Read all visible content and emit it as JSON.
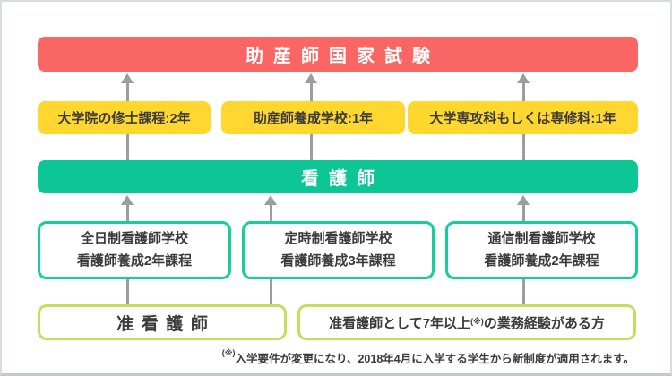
{
  "diagram": {
    "exam_banner": {
      "label": "助産師国家試験"
    },
    "midwife_paths": [
      {
        "label": "大学院の修士課程:2年"
      },
      {
        "label": "助産師養成学校:1年"
      },
      {
        "label": "大学専攻科もしくは専修科:1年"
      }
    ],
    "nurse_banner": {
      "label": "看護師"
    },
    "nurse_schools": [
      {
        "line1": "全日制看護師学校",
        "line2": "看護師養成2年課程"
      },
      {
        "line1": "定時制看護師学校",
        "line2": "看護師養成3年課程"
      },
      {
        "line1": "通信制看護師学校",
        "line2": "看護師養成2年課程"
      }
    ],
    "assistant_nurse": {
      "label": "准看護師"
    },
    "experience_box": {
      "prefix": "准看護師として7年以上",
      "note_mark": "(※)",
      "suffix": "の業務経験がある方"
    },
    "footnote": {
      "mark": "(※)",
      "text": "入学要件が変更になり、2018年4月に入学する学生から新制度が適用されます。"
    }
  },
  "colors": {
    "exam_red": "#fa6663",
    "course_yellow": "#ffd72e",
    "nurse_green": "#0cc795",
    "school_border_green": "#14cf97",
    "assistant_border_yellowgreen": "#c4dc60",
    "arrow_gray": "#9d9d9d",
    "text_dark": "#3b3b3b"
  }
}
